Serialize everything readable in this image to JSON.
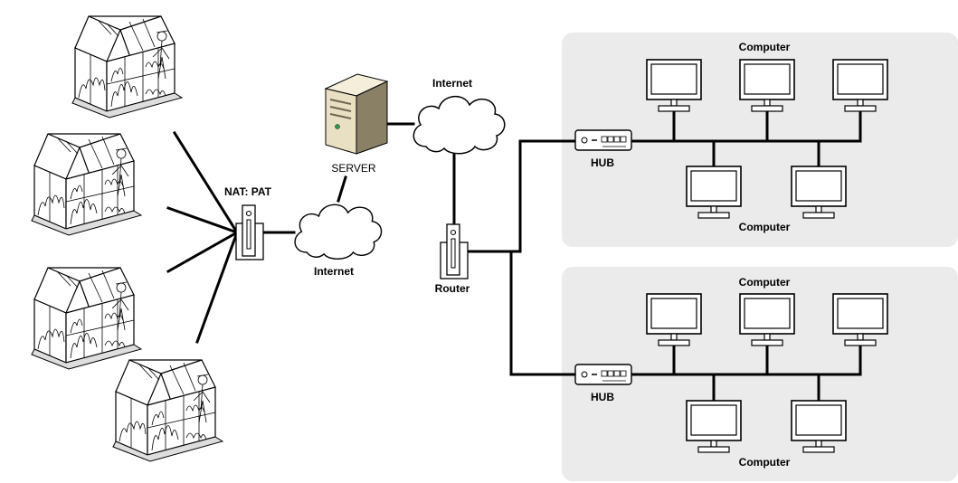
{
  "labels": {
    "nat": "NAT: PAT",
    "internet_left": "Internet",
    "server": "SERVER",
    "internet_top": "Internet",
    "router": "Router",
    "hub_top": "HUB",
    "hub_bottom": "HUB",
    "computer_top_1": "Computer",
    "computer_top_2": "Computer",
    "computer_bottom_1": "Computer",
    "computer_bottom_2": "Computer"
  },
  "icons": {
    "greenhouse": "greenhouse-icon",
    "nat_device": "nat-device-icon",
    "cloud": "cloud-icon",
    "server": "server-icon",
    "router": "router-icon",
    "hub": "hub-icon",
    "computer": "computer-monitor-icon"
  },
  "colors": {
    "panel": "#ebebeb",
    "line": "#000000",
    "server_body": "#e9e0c4",
    "server_shade": "#6e6650"
  }
}
